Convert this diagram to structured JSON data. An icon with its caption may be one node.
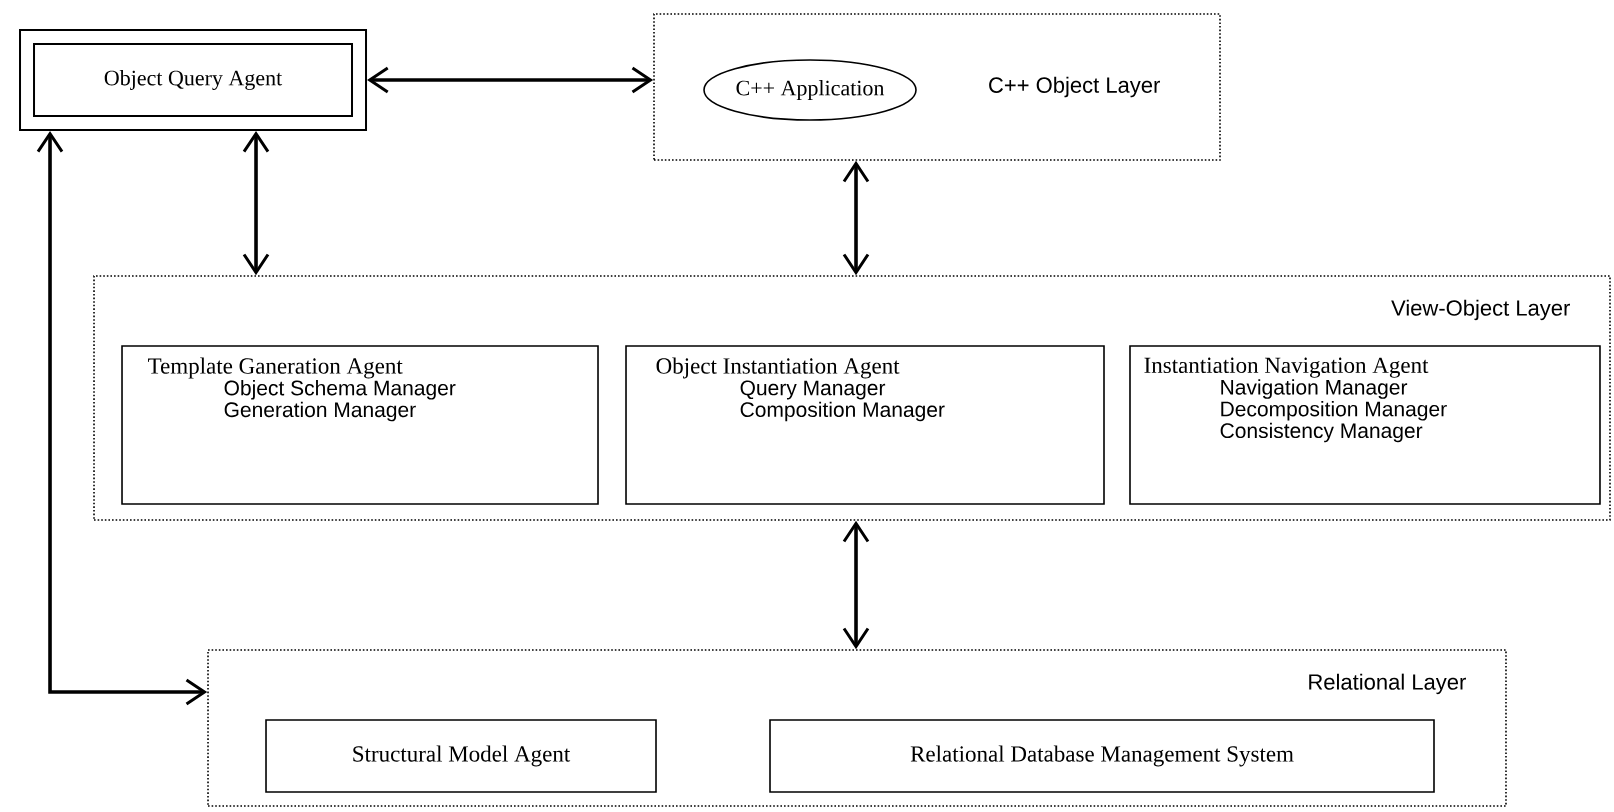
{
  "diagram": {
    "nodes": [
      {
        "text": [
          "Object Query Agent"
        ]
      },
      {
        "text": [
          "C++ Object Layer"
        ]
      },
      {
        "text": [
          "C++ Application"
        ],
        "in": 1
      },
      {
        "text": [
          "View-Object Layer"
        ]
      },
      {
        "text": [
          "Template Ganeration Agent",
          "Object Schema Manager",
          "Generation Manager"
        ],
        "in": 3
      },
      {
        "text": [
          "Object Instantiation Agent",
          "Query Manager",
          "Composition Manager"
        ],
        "in": 3
      },
      {
        "text": [
          "Instantiation Navigation Agent",
          "Navigation Manager",
          "Decomposition Manager",
          "Consistency Manager"
        ],
        "in": 3
      },
      {
        "text": [
          "Relational Layer"
        ]
      },
      {
        "text": [
          "Structural Model Agent"
        ],
        "in": 7
      },
      {
        "text": [
          "Relational Database Management System"
        ],
        "in": 7
      }
    ],
    "edges": [
      {
        "from": 0,
        "to": 1,
        "arrow": "both"
      },
      {
        "from": 0,
        "to": 3,
        "arrow": "both"
      },
      {
        "from": 1,
        "to": 3,
        "arrow": "both"
      },
      {
        "from": 3,
        "to": 7,
        "arrow": "both"
      },
      {
        "from": 0,
        "to": 7,
        "arrow": "both"
      }
    ]
  }
}
